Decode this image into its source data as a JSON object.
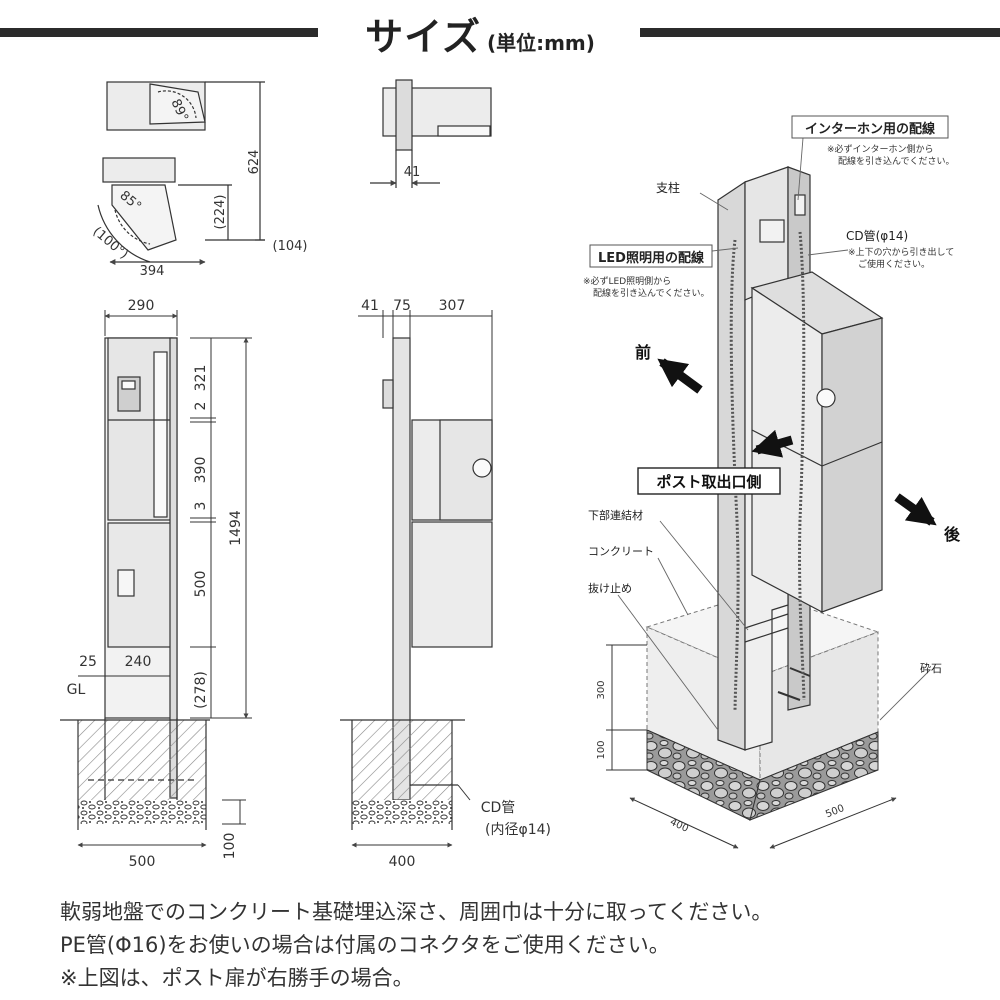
{
  "title": {
    "main": "サイズ",
    "unit": "(単位:mm)"
  },
  "top_view": {
    "angle_89": "89°",
    "angle_85": "85°",
    "angle_100": "(100°)",
    "dim_624": "624",
    "dim_224": "(224)",
    "dim_104": "(104)",
    "dim_394": "394"
  },
  "top_side_view": {
    "dim_41": "41"
  },
  "front_view": {
    "dim_290": "290",
    "dim_321": "321",
    "dim_2": "2",
    "dim_390": "390",
    "dim_3": "3",
    "dim_500": "500",
    "dim_1494": "1494",
    "dim_25": "25",
    "dim_240": "240",
    "dim_278": "(278)",
    "gl": "GL",
    "dim_500_base": "500",
    "dim_100": "100"
  },
  "side_view": {
    "dim_41": "41",
    "dim_75": "75",
    "dim_307": "307",
    "cd_pipe": "CD管",
    "cd_pipe_inner": "(内径φ14)",
    "dim_400": "400"
  },
  "iso_view": {
    "intercom_wiring": "インターホン用の配線",
    "intercom_note_1": "※必ずインターホン側から",
    "intercom_note_2": "配線を引き込んでください。",
    "post_label": "支柱",
    "cd_pipe": "CD管(φ14)",
    "cd_note_1": "※上下の穴から引き出して",
    "cd_note_2": "ご使用ください。",
    "led_wiring": "LED照明用の配線",
    "led_note_1": "※必ずLED照明側から",
    "led_note_2": "配線を引き込んでください。",
    "front": "前",
    "rear": "後",
    "post_outlet": "ポスト取出口側",
    "lower_connector": "下部連結材",
    "concrete": "コンクリート",
    "anchor": "抜け止め",
    "gravel": "砕石",
    "dim_300": "300",
    "dim_100": "100",
    "dim_400": "400",
    "dim_500": "500"
  },
  "notes": [
    "軟弱地盤でのコンクリート基礎埋込深さ、周囲巾は十分に取ってください。",
    "PE管(Φ16)をお使いの場合は付属のコネクタをご使用ください。",
    "※上図は、ポスト扉が右勝手の場合。"
  ]
}
